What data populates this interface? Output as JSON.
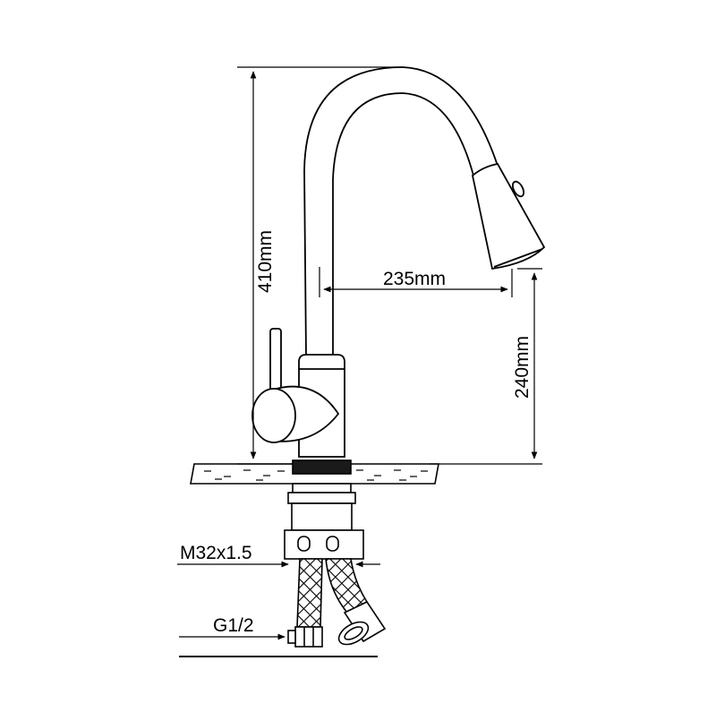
{
  "labels": {
    "overall_height": "410mm",
    "spout_reach": "235mm",
    "spout_height": "240mm",
    "thread_size": "M32x1.5",
    "inlet_size": "G1/2"
  },
  "colors": {
    "line": "#000000",
    "fill": "#ffffff",
    "ring": "#1a1a1a"
  }
}
